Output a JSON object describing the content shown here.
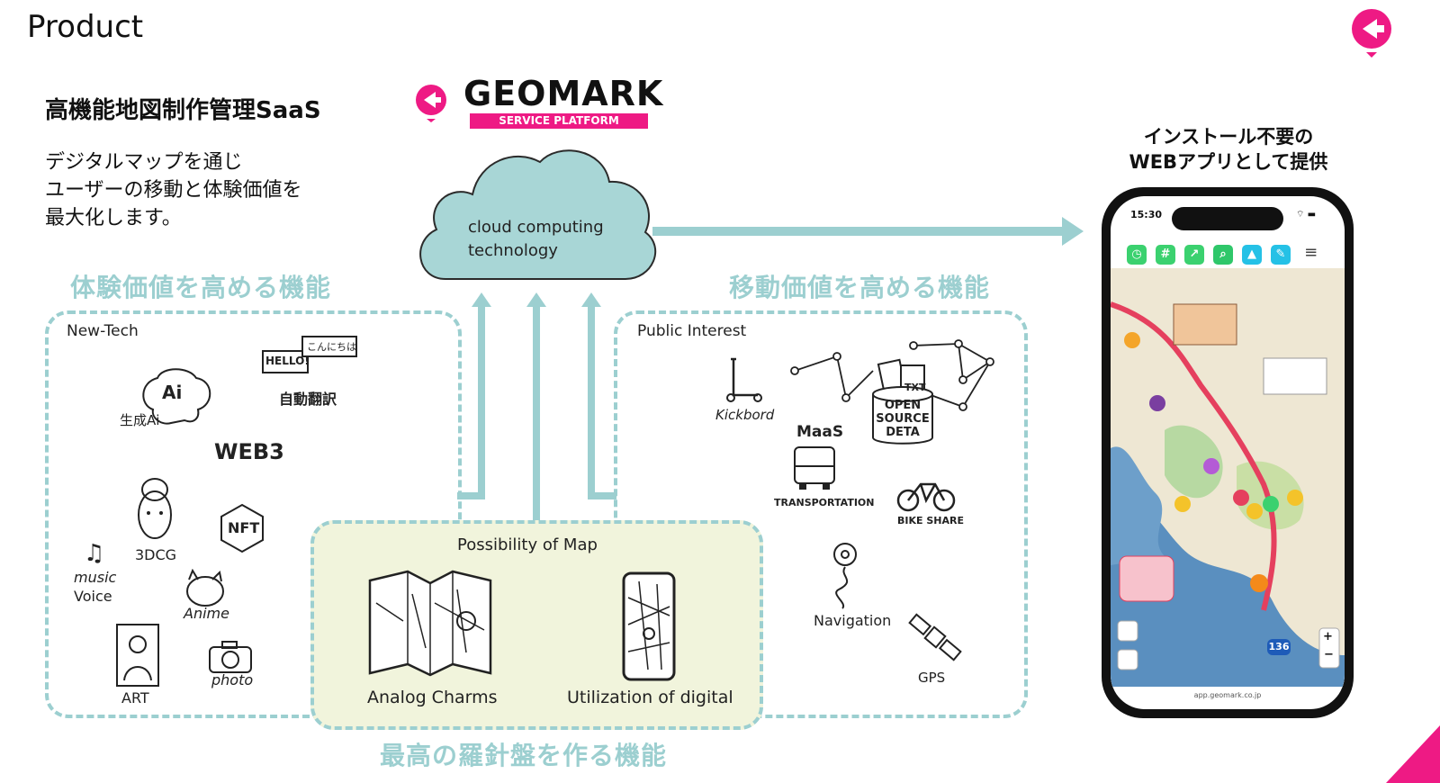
{
  "page": {
    "title": "Product"
  },
  "intro": {
    "heading": "高機能地図制作管理SaaS",
    "lines": [
      "デジタルマップを通じ",
      "ユーザーの移動と体験価値を",
      "最大化します。"
    ]
  },
  "brand": {
    "name": "GEOMARK",
    "tagline": "SERVICE PLATFORM",
    "color": "#ee1a84"
  },
  "cloud": {
    "line1": "cloud computing",
    "line2": "technology"
  },
  "left_panel": {
    "section_title": "体験価値を高める機能",
    "label": "New-Tech",
    "items": [
      "生成Ai",
      "HELLO!",
      "こんにちは",
      "自動翻訳",
      "WEB3",
      "3DCG",
      "NFT",
      "music",
      "Voice",
      "Anime",
      "ART",
      "photo"
    ],
    "ai_bubble": "Ai"
  },
  "right_panel": {
    "section_title": "移動価値を高める機能",
    "label": "Public Interest",
    "items": [
      "Kickbord",
      "MaaS",
      "TRANSPORTATION",
      "BIKE SHARE",
      "Navigation",
      "GPS"
    ],
    "open_source": [
      "OPEN",
      "SOURCE",
      "DETA"
    ],
    "txt_doc": "TXT"
  },
  "center_panel": {
    "label": "Possibility of Map",
    "left_caption": "Analog Charms",
    "right_caption": "Utilization of digital",
    "bottom_title": "最高の羅針盤を作る機能"
  },
  "phone": {
    "caption_line1": "インストール不要の",
    "caption_line2": "WEBアプリとして提供",
    "time": "15:30",
    "url": "app.geomark.co.jp",
    "road_sign": "136",
    "app_icons": [
      "clock-icon",
      "hash-icon",
      "route-icon",
      "search-icon",
      "image-icon",
      "edit-icon"
    ]
  },
  "colors": {
    "accent": "#ee1a84",
    "teal": "#9ccfd0",
    "cloud_fill": "#a8d6d6",
    "analog_panel": "#f1f4dc"
  }
}
